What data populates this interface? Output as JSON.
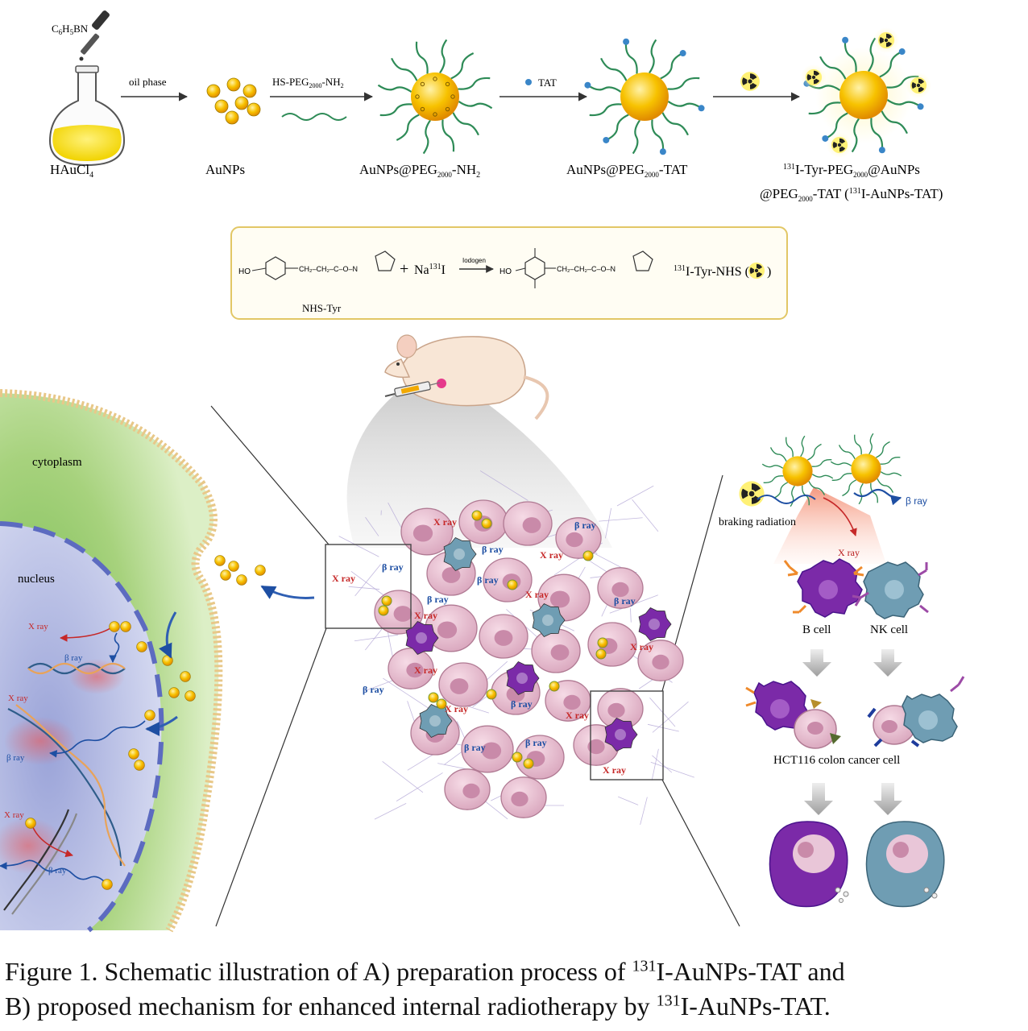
{
  "panel_a": {
    "reagent": {
      "main": "C",
      "sub1": "6",
      "mid": "H",
      "sub2": "5",
      "end": "BN"
    },
    "step_oil": "oil phase",
    "step_peg": {
      "main": "HS-PEG",
      "sub": "2000",
      "end": "-NH",
      "sub2": "2"
    },
    "step_tat": "TAT",
    "labels": {
      "haucl4": {
        "main": "HAuCl",
        "sub": "4"
      },
      "aunps": "AuNPs",
      "peg_nh2": {
        "main": "AuNPs@PEG",
        "sub": "2000",
        "end": "-NH",
        "sub2": "2"
      },
      "peg_tat": {
        "main": "AuNPs@PEG",
        "sub": "2000",
        "end": "-TAT"
      },
      "final_l1": {
        "sup": "131",
        "main": "I-Tyr-PEG",
        "sub": "2000",
        "end": "@AuNPs"
      },
      "final_l2": {
        "main": "@PEG",
        "sub": "2000",
        "mid": "-TAT (",
        "sup": "131",
        "end": "I-AuNPs-TAT)"
      }
    },
    "reaction": {
      "ho": "HO",
      "chain": "CH₂–CH₂–C–O–N",
      "nhs_tyr": "NHS-Tyr",
      "plus": "+",
      "na": "Na",
      "na_sup": "131",
      "na_end": "I",
      "reagent": "Iodogen",
      "product_sup": "131",
      "product": "I-Tyr-NHS ("
    }
  },
  "panel_b": {
    "cytoplasm": "cytoplasm",
    "nucleus": "nucleus",
    "x_ray": "X ray",
    "beta_ray": "β ray",
    "braking": "braking radiation",
    "b_cell": "B cell",
    "nk_cell": "NK cell",
    "hct116": "HCT116 colon cancer cell"
  },
  "caption": {
    "l1_pre": "Figure 1. Schematic illustration of A) preparation process of ",
    "l1_sup": "131",
    "l1_post": "I-AuNPs-TAT and",
    "l2_pre": "B)  proposed mechanism for enhanced internal radiotherapy by ",
    "l2_sup": "131",
    "l2_post": "I-AuNPs-TAT."
  },
  "colors": {
    "gold": "#f5b800",
    "cytoplasm": "#9ccc65",
    "nucleus": "#c5cae9",
    "cancer_cell": "#e8bfd0",
    "x_ray": "#c62828",
    "beta_ray": "#1e4fa3",
    "b_cell": "#6a1b9a",
    "nk_cell": "#5f8fa8"
  }
}
